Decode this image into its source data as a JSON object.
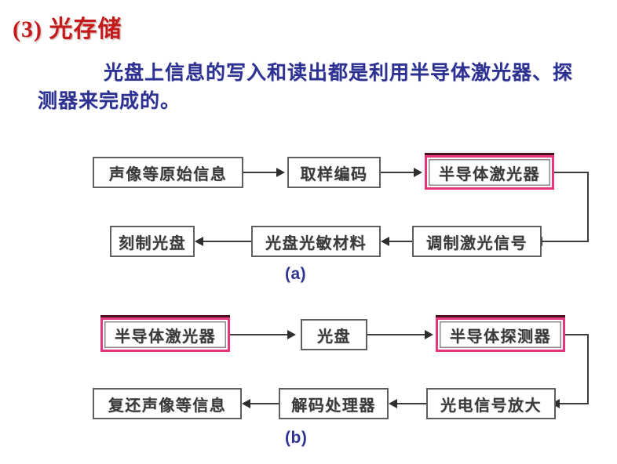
{
  "slide": {
    "title": "(3) 光存储",
    "title_color": "#c31b1b",
    "paragraph": "光盘上信息的写入和读出都是利用半导体激光器、探测器来完成的。",
    "paragraph_color": "#2d3191",
    "background_color": "#ffffff"
  },
  "diagrams": [
    {
      "caption": "(a)",
      "caption_color": "#2f3493",
      "description": "optical-disc-writing-flow",
      "nodes": [
        {
          "id": "a1",
          "label": "声像等原始信息",
          "highlighted": false
        },
        {
          "id": "a2",
          "label": "取样编码",
          "highlighted": false
        },
        {
          "id": "a3",
          "label": "半导体激光器",
          "highlighted": true
        },
        {
          "id": "a4",
          "label": "调制激光信号",
          "highlighted": false
        },
        {
          "id": "a5",
          "label": "光盘光敏材料",
          "highlighted": false
        },
        {
          "id": "a6",
          "label": "刻制光盘",
          "highlighted": false
        }
      ],
      "edges": [
        {
          "from": "a1",
          "to": "a2",
          "direction": "right"
        },
        {
          "from": "a2",
          "to": "a3",
          "direction": "right"
        },
        {
          "from": "a3",
          "to": "a4",
          "direction": "wrap-down-left"
        },
        {
          "from": "a4",
          "to": "a5",
          "direction": "left"
        },
        {
          "from": "a5",
          "to": "a6",
          "direction": "left"
        }
      ],
      "highlight_color": "#e5357c"
    },
    {
      "caption": "(b)",
      "caption_color": "#2f3493",
      "description": "optical-disc-reading-flow",
      "nodes": [
        {
          "id": "b1",
          "label": "半导体激光器",
          "highlighted": true
        },
        {
          "id": "b2",
          "label": "光盘",
          "highlighted": false
        },
        {
          "id": "b3",
          "label": "半导体探测器",
          "highlighted": true
        },
        {
          "id": "b4",
          "label": "光电信号放大",
          "highlighted": false
        },
        {
          "id": "b5",
          "label": "解码处理器",
          "highlighted": false
        },
        {
          "id": "b6",
          "label": "复还声像等信息",
          "highlighted": false
        }
      ],
      "edges": [
        {
          "from": "b1",
          "to": "b2",
          "direction": "right"
        },
        {
          "from": "b2",
          "to": "b3",
          "direction": "right"
        },
        {
          "from": "b3",
          "to": "b4",
          "direction": "wrap-down-left"
        },
        {
          "from": "b4",
          "to": "b5",
          "direction": "left"
        },
        {
          "from": "b5",
          "to": "b6",
          "direction": "left"
        }
      ],
      "highlight_color": "#e5357c"
    }
  ]
}
